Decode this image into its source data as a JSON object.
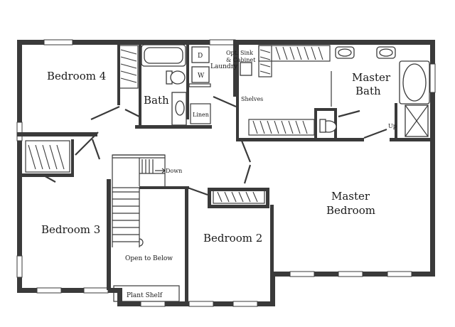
{
  "labels": {
    "bedroom4": "Bedroom 4",
    "bath": "Bath",
    "laundry": "Laundry",
    "opt_sink": "Opt. Sink",
    "cabinet": "& Cabinet",
    "dryer": "D",
    "washer": "W",
    "linen": "Linen",
    "shelves": "Shelves",
    "master_bath_1": "Master",
    "master_bath_2": "Bath",
    "up": "Up",
    "down": "Down",
    "bedroom3": "Bedroom 3",
    "open_to_below": "Open to Below",
    "plant_shelf": "Plant Shelf",
    "bedroom2": "Bedroom 2",
    "master_bedroom_1": "Master",
    "master_bedroom_2": "Bedroom"
  }
}
